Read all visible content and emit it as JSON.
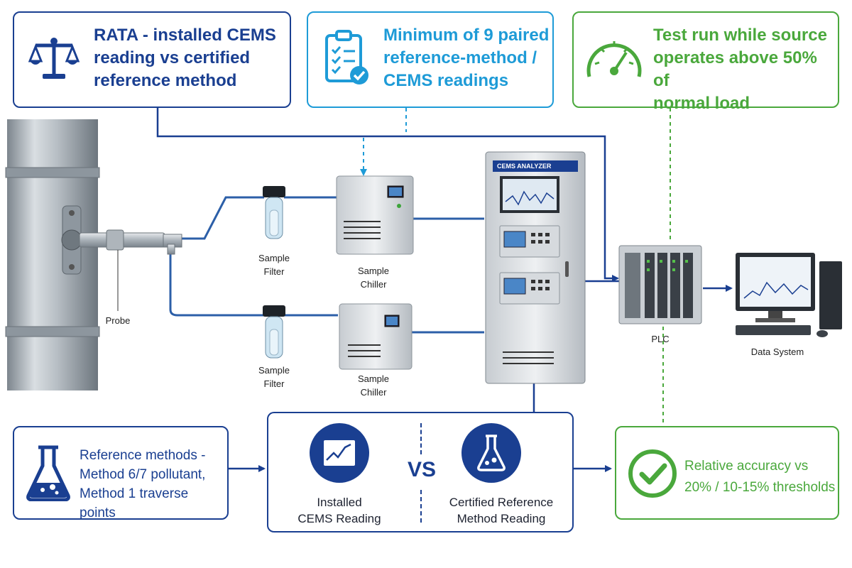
{
  "colors": {
    "navy": "#1a3f91",
    "teal": "#1e9bd7",
    "green": "#4aa83c",
    "steel": "#9aa3ab"
  },
  "top_boxes": {
    "rata": {
      "icon": "balance-scale-icon",
      "lines": [
        "RATA - installed CEMS",
        "reading vs certified",
        "reference method"
      ]
    },
    "paired": {
      "icon": "clipboard-checklist-icon",
      "lines": [
        "Minimum of 9 paired",
        "reference-method /",
        "CEMS readings"
      ]
    },
    "load": {
      "icon": "gauge-icon",
      "lines": [
        "Test run while source",
        "operates above 50% of",
        "normal load"
      ]
    }
  },
  "equipment": {
    "probe": "Probe",
    "filter_top": [
      "Sample",
      "Filter"
    ],
    "filter_bottom": [
      "Sample",
      "Filter"
    ],
    "chiller_top": [
      "Sample",
      "Chiller"
    ],
    "chiller_bottom": [
      "Sample",
      "Chiller"
    ],
    "analyzer_title": "CEMS ANALYZER",
    "plc": "PLC",
    "data_system": "Data System"
  },
  "bottom": {
    "reference": {
      "icon": "flask-icon",
      "lines": [
        "Reference methods -",
        "Method 6/7 pollutant,",
        "Method 1 traverse points"
      ]
    },
    "comparison": {
      "left_icon": "trend-chart-icon",
      "left_label": [
        "Installed",
        "CEMS Reading"
      ],
      "vs": "VS",
      "right_icon": "flask-icon",
      "right_label": [
        "Certified Reference",
        "Method Reading"
      ]
    },
    "result": {
      "icon": "check-circle-icon",
      "lines": [
        "Relative accuracy vs",
        "20% / 10-15% thresholds"
      ]
    }
  }
}
